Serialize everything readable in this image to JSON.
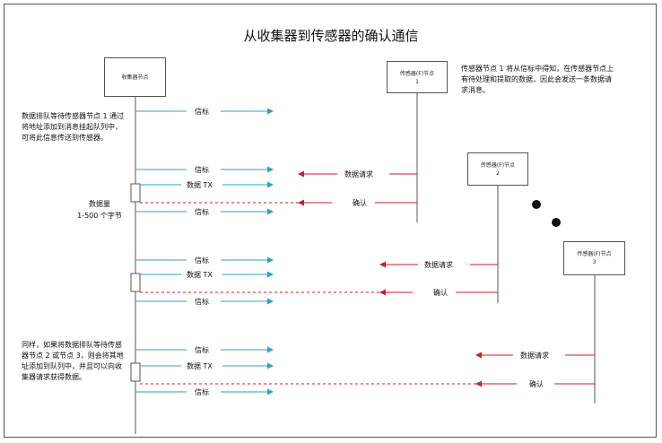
{
  "title": "从收集器到传感器的确认通信",
  "boxes": {
    "collector": {
      "label": "收集器节点"
    },
    "sensor1": {
      "label": "传感器(F)节点",
      "num": "1"
    },
    "sensor2": {
      "label": "传感器(F)节点",
      "num": "2"
    },
    "sensor3": {
      "label": "传感器(F)节点",
      "num": "3"
    }
  },
  "notes": {
    "top_right": "传感器节点 1 将从信标中得知，在传感器节点上有待处理和提取的数据，因此会发送一条数据请求消息。",
    "left_1": "数据排队等待传感器节点 1 通过将地址添加到消息挂起队列中，可将此信息传送到传感器。",
    "left_2": "同样，如果将数据排队等待传感器节点 2 或节点 3，则会将其地址添加到队列中，并且可以向收集器请求获得数据。",
    "payload": "数据量\n1-500 个字节"
  },
  "labels": {
    "beacon": "信标",
    "data_tx": "数据 TX",
    "data_request": "数据请求",
    "ack": "确认"
  },
  "colors": {
    "blue_arrow": "#29a3c7",
    "red_arrow": "#cc1e24",
    "line": "#555555"
  }
}
